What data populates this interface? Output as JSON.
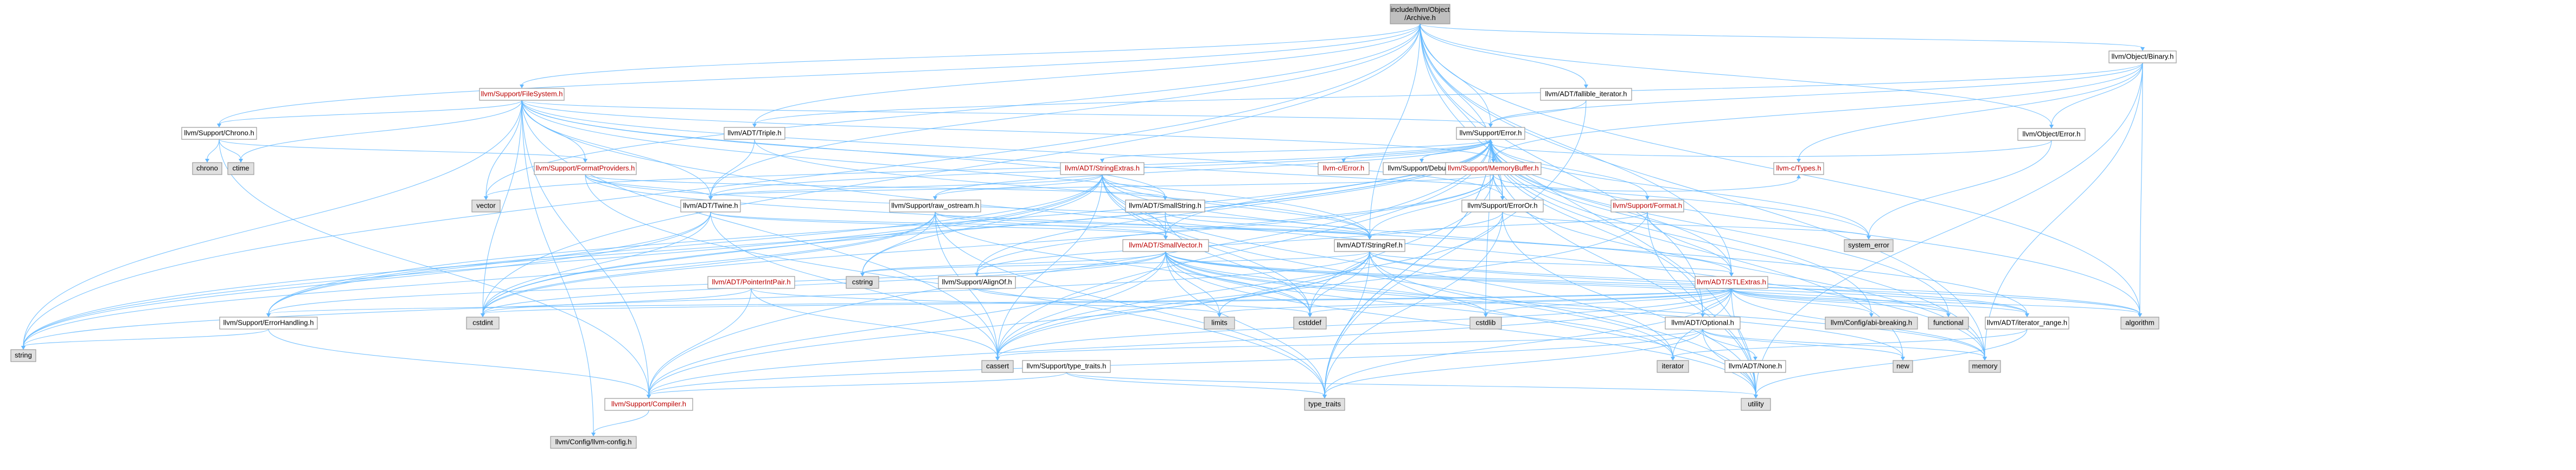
{
  "colors": {
    "edge": "#63b8ff",
    "node_fill": "#ffffff",
    "node_fill_system": "#e0e0e0",
    "node_fill_root": "#bfbfbf",
    "node_border": "#999999",
    "text": "#000000",
    "text_red": "#bb0000"
  },
  "nodes": [
    {
      "id": "root",
      "label": "include/llvm/Object\n/Archive.h",
      "style": "root"
    },
    {
      "id": "bin",
      "label": "llvm/Object/Binary.h",
      "style": "normal"
    },
    {
      "id": "fs",
      "label": "llvm/Support/FileSystem.h",
      "style": "red"
    },
    {
      "id": "fbit",
      "label": "llvm/ADT/fallible_iterator.h",
      "style": "normal"
    },
    {
      "id": "objerr",
      "label": "llvm/Object/Error.h",
      "style": "normal"
    },
    {
      "id": "chrono",
      "label": "llvm/Support/Chrono.h",
      "style": "normal"
    },
    {
      "id": "triple",
      "label": "llvm/ADT/Triple.h",
      "style": "normal"
    },
    {
      "id": "serr",
      "label": "llvm/Support/Error.h",
      "style": "normal"
    },
    {
      "id": "chrono_s",
      "label": "chrono",
      "style": "system"
    },
    {
      "id": "ctime",
      "label": "ctime",
      "style": "system"
    },
    {
      "id": "fmtprov",
      "label": "llvm/Support/FormatProviders.h",
      "style": "red"
    },
    {
      "id": "strext",
      "label": "llvm/ADT/StringExtras.h",
      "style": "red"
    },
    {
      "id": "cerror",
      "label": "llvm-c/Error.h",
      "style": "red"
    },
    {
      "id": "sdebug",
      "label": "llvm/Support/Debug.h",
      "style": "normal"
    },
    {
      "id": "membuf",
      "label": "llvm/Support/MemoryBuffer.h",
      "style": "red"
    },
    {
      "id": "ctypes",
      "label": "llvm-c/Types.h",
      "style": "red"
    },
    {
      "id": "vector",
      "label": "vector",
      "style": "system"
    },
    {
      "id": "twine",
      "label": "llvm/ADT/Twine.h",
      "style": "normal"
    },
    {
      "id": "rawos",
      "label": "llvm/Support/raw_ostream.h",
      "style": "normal"
    },
    {
      "id": "smallstr",
      "label": "llvm/ADT/SmallString.h",
      "style": "normal"
    },
    {
      "id": "erroror",
      "label": "llvm/Support/ErrorOr.h",
      "style": "normal"
    },
    {
      "id": "sfmt",
      "label": "llvm/Support/Format.h",
      "style": "red"
    },
    {
      "id": "syserr",
      "label": "system_error",
      "style": "system"
    },
    {
      "id": "smallvec",
      "label": "llvm/ADT/SmallVector.h",
      "style": "red"
    },
    {
      "id": "stringref",
      "label": "llvm/ADT/StringRef.h",
      "style": "normal"
    },
    {
      "id": "ptrint",
      "label": "llvm/ADT/PointerIntPair.h",
      "style": "red"
    },
    {
      "id": "alignof",
      "label": "llvm/Support/AlignOf.h",
      "style": "normal"
    },
    {
      "id": "cstring",
      "label": "cstring",
      "style": "system"
    },
    {
      "id": "stlext",
      "label": "llvm/ADT/STLExtras.h",
      "style": "red"
    },
    {
      "id": "errhand",
      "label": "llvm/Support/ErrorHandling.h",
      "style": "normal"
    },
    {
      "id": "cstdint",
      "label": "cstdint",
      "style": "system"
    },
    {
      "id": "limits",
      "label": "limits",
      "style": "system"
    },
    {
      "id": "cstddef",
      "label": "cstddef",
      "style": "system"
    },
    {
      "id": "cstdlib",
      "label": "cstdlib",
      "style": "system"
    },
    {
      "id": "optional",
      "label": "llvm/ADT/Optional.h",
      "style": "normal"
    },
    {
      "id": "abibrk",
      "label": "llvm/Config/abi-breaking.h",
      "style": "system"
    },
    {
      "id": "functional",
      "label": "functional",
      "style": "system"
    },
    {
      "id": "itrange",
      "label": "llvm/ADT/iterator_range.h",
      "style": "normal"
    },
    {
      "id": "algorithm",
      "label": "algorithm",
      "style": "system"
    },
    {
      "id": "string",
      "label": "string",
      "style": "system"
    },
    {
      "id": "cassert",
      "label": "cassert",
      "style": "system"
    },
    {
      "id": "typetraits_s",
      "label": "llvm/Support/type_traits.h",
      "style": "normal"
    },
    {
      "id": "adtnone",
      "label": "llvm/ADT/None.h",
      "style": "normal"
    },
    {
      "id": "iterator",
      "label": "iterator",
      "style": "system"
    },
    {
      "id": "new",
      "label": "new",
      "style": "system"
    },
    {
      "id": "memory",
      "label": "memory",
      "style": "system"
    },
    {
      "id": "compiler",
      "label": "llvm/Support/Compiler.h",
      "style": "red"
    },
    {
      "id": "type_traits",
      "label": "type_traits",
      "style": "system"
    },
    {
      "id": "utility",
      "label": "utility",
      "style": "system"
    },
    {
      "id": "llvmcfg",
      "label": "llvm/Config/llvm-config.h",
      "style": "system"
    }
  ],
  "edges": [
    [
      "root",
      "bin"
    ],
    [
      "root",
      "fs"
    ],
    [
      "root",
      "fbit"
    ],
    [
      "root",
      "objerr"
    ],
    [
      "root",
      "serr"
    ],
    [
      "root",
      "stringref"
    ],
    [
      "root",
      "triple"
    ],
    [
      "root",
      "chrono"
    ],
    [
      "root",
      "membuf"
    ],
    [
      "root",
      "cstdint"
    ],
    [
      "root",
      "string"
    ],
    [
      "root",
      "vector"
    ],
    [
      "root",
      "memory"
    ],
    [
      "root",
      "algorithm"
    ],
    [
      "root",
      "utility"
    ],
    [
      "root",
      "stlext"
    ],
    [
      "root",
      "optional"
    ],
    [
      "root",
      "erroror"
    ],
    [
      "root",
      "twine"
    ],
    [
      "bin",
      "objerr"
    ],
    [
      "bin",
      "serr"
    ],
    [
      "bin",
      "membuf"
    ],
    [
      "bin",
      "ctypes"
    ],
    [
      "bin",
      "algorithm"
    ],
    [
      "bin",
      "memory"
    ],
    [
      "bin",
      "utility"
    ],
    [
      "bin",
      "triple"
    ],
    [
      "objerr",
      "serr"
    ],
    [
      "objerr",
      "syserr"
    ],
    [
      "fbit",
      "serr"
    ],
    [
      "fbit",
      "type_traits"
    ],
    [
      "fs",
      "chrono"
    ],
    [
      "fs",
      "serr"
    ],
    [
      "fs",
      "twine"
    ],
    [
      "fs",
      "smallstr"
    ],
    [
      "fs",
      "stringref"
    ],
    [
      "fs",
      "erroror"
    ],
    [
      "fs",
      "membuf"
    ],
    [
      "fs",
      "ctime"
    ],
    [
      "fs",
      "vector"
    ],
    [
      "fs",
      "cstdint"
    ],
    [
      "fs",
      "string"
    ],
    [
      "fs",
      "memory"
    ],
    [
      "fs",
      "syserr"
    ],
    [
      "fs",
      "cassert"
    ],
    [
      "fs",
      "compiler"
    ],
    [
      "fs",
      "llvmcfg"
    ],
    [
      "fs",
      "fmtprov"
    ],
    [
      "chrono",
      "chrono_s"
    ],
    [
      "chrono",
      "ctime"
    ],
    [
      "chrono",
      "fmtprov"
    ],
    [
      "chrono",
      "compiler"
    ],
    [
      "triple",
      "twine"
    ],
    [
      "triple",
      "stringref"
    ],
    [
      "serr",
      "strext"
    ],
    [
      "serr",
      "cerror"
    ],
    [
      "serr",
      "sdebug"
    ],
    [
      "serr",
      "membuf"
    ],
    [
      "serr",
      "sfmt"
    ],
    [
      "serr",
      "erroror"
    ],
    [
      "serr",
      "rawos"
    ],
    [
      "serr",
      "stlext"
    ],
    [
      "serr",
      "smallvec"
    ],
    [
      "serr",
      "twine"
    ],
    [
      "serr",
      "abibrk"
    ],
    [
      "serr",
      "alignof"
    ],
    [
      "serr",
      "errhand"
    ],
    [
      "serr",
      "compiler"
    ],
    [
      "serr",
      "cassert"
    ],
    [
      "serr",
      "cstdint"
    ],
    [
      "serr",
      "cstdlib"
    ],
    [
      "serr",
      "functional"
    ],
    [
      "serr",
      "memory"
    ],
    [
      "serr",
      "new"
    ],
    [
      "serr",
      "string"
    ],
    [
      "serr",
      "syserr"
    ],
    [
      "serr",
      "type_traits"
    ],
    [
      "serr",
      "utility"
    ],
    [
      "serr",
      "vector"
    ],
    [
      "serr",
      "algorithm"
    ],
    [
      "serr",
      "optional"
    ],
    [
      "serr",
      "type_traits"
    ],
    [
      "fmtprov",
      "twine"
    ],
    [
      "fmtprov",
      "stringref"
    ],
    [
      "fmtprov",
      "stlext"
    ],
    [
      "fmtprov",
      "smallstr"
    ],
    [
      "fmtprov",
      "type_traits"
    ],
    [
      "strext",
      "smallstr"
    ],
    [
      "strext",
      "stringref"
    ],
    [
      "strext",
      "twine"
    ],
    [
      "strext",
      "itrange"
    ],
    [
      "strext",
      "cstring"
    ],
    [
      "strext",
      "cstdint"
    ],
    [
      "strext",
      "cassert"
    ],
    [
      "strext",
      "cstddef"
    ],
    [
      "strext",
      "string"
    ],
    [
      "strext",
      "utility"
    ],
    [
      "strext",
      "iterator"
    ],
    [
      "strext",
      "errhand"
    ],
    [
      "strext",
      "smallvec"
    ],
    [
      "strext",
      "rawos"
    ],
    [
      "membuf",
      "erroror"
    ],
    [
      "membuf",
      "twine"
    ],
    [
      "membuf",
      "stringref"
    ],
    [
      "membuf",
      "alignof"
    ],
    [
      "membuf",
      "ctypes"
    ],
    [
      "membuf",
      "cstddef"
    ],
    [
      "membuf",
      "memory"
    ],
    [
      "membuf",
      "cstdint"
    ],
    [
      "sfmt",
      "stlext"
    ],
    [
      "sfmt",
      "stringref"
    ],
    [
      "sfmt",
      "cassert"
    ],
    [
      "sfmt",
      "utility"
    ],
    [
      "sfmt",
      "cstdio"
    ],
    [
      "twine",
      "smallvec"
    ],
    [
      "twine",
      "stringref"
    ],
    [
      "twine",
      "errhand"
    ],
    [
      "twine",
      "cassert"
    ],
    [
      "twine",
      "cstdint"
    ],
    [
      "twine",
      "string"
    ],
    [
      "rawos",
      "stringref"
    ],
    [
      "rawos",
      "smallvec"
    ],
    [
      "rawos",
      "cassert"
    ],
    [
      "rawos",
      "cstddef"
    ],
    [
      "rawos",
      "cstdint"
    ],
    [
      "rawos",
      "cstring"
    ],
    [
      "rawos",
      "string"
    ],
    [
      "rawos",
      "system_error"
    ],
    [
      "rawos",
      "type_traits"
    ],
    [
      "smallstr",
      "smallvec"
    ],
    [
      "smallstr",
      "stringref"
    ],
    [
      "smallstr",
      "cstddef"
    ],
    [
      "erroror",
      "alignof"
    ],
    [
      "erroror",
      "cassert"
    ],
    [
      "erroror",
      "syserr"
    ],
    [
      "erroror",
      "type_traits"
    ],
    [
      "erroror",
      "utility"
    ],
    [
      "smallvec",
      "compiler"
    ],
    [
      "smallvec",
      "type_traits_s"
    ],
    [
      "smallvec",
      "algorithm"
    ],
    [
      "smallvec",
      "cassert"
    ],
    [
      "smallvec",
      "cstddef"
    ],
    [
      "smallvec",
      "cstdlib"
    ],
    [
      "smallvec",
      "cstring"
    ],
    [
      "smallvec",
      "functional"
    ],
    [
      "smallvec",
      "initializer"
    ],
    [
      "smallvec",
      "iterator"
    ],
    [
      "smallvec",
      "limits"
    ],
    [
      "smallvec",
      "memory"
    ],
    [
      "smallvec",
      "new"
    ],
    [
      "smallvec",
      "type_traits"
    ],
    [
      "smallvec",
      "utility"
    ],
    [
      "smallvec",
      "errhand"
    ],
    [
      "smallvec",
      "cstdint"
    ],
    [
      "smallvec",
      "itrange"
    ],
    [
      "stringref",
      "stlext"
    ],
    [
      "stringref",
      "itrange"
    ],
    [
      "stringref",
      "compiler"
    ],
    [
      "stringref",
      "algorithm"
    ],
    [
      "stringref",
      "cassert"
    ],
    [
      "stringref",
      "cstddef"
    ],
    [
      "stringref",
      "cstring"
    ],
    [
      "stringref",
      "limits"
    ],
    [
      "stringref",
      "string"
    ],
    [
      "stringref",
      "type_traits"
    ],
    [
      "stringref",
      "utility"
    ],
    [
      "stringref",
      "iterator"
    ],
    [
      "ptrint",
      "compiler"
    ],
    [
      "ptrint",
      "cassert"
    ],
    [
      "ptrint",
      "cstdint"
    ],
    [
      "ptrint",
      "limits"
    ],
    [
      "ptrint",
      "type_traits_s"
    ],
    [
      "alignof",
      "cstddef"
    ],
    [
      "stlext",
      "optional"
    ],
    [
      "stlext",
      "itrange"
    ],
    [
      "stlext",
      "compiler"
    ],
    [
      "stlext",
      "errhand"
    ],
    [
      "stlext",
      "abibrk"
    ],
    [
      "stlext",
      "functional"
    ],
    [
      "stlext",
      "algorithm"
    ],
    [
      "stlext",
      "cassert"
    ],
    [
      "stlext",
      "cstddef"
    ],
    [
      "stlext",
      "cstdint"
    ],
    [
      "stlext",
      "cstdlib"
    ],
    [
      "stlext",
      "iterator"
    ],
    [
      "stlext",
      "limits"
    ],
    [
      "stlext",
      "memory"
    ],
    [
      "stlext",
      "tuple"
    ],
    [
      "stlext",
      "type_traits"
    ],
    [
      "stlext",
      "utility"
    ],
    [
      "stlext",
      "initializer"
    ],
    [
      "errhand",
      "compiler"
    ],
    [
      "errhand",
      "string"
    ],
    [
      "optional",
      "adtnone"
    ],
    [
      "optional",
      "compiler"
    ],
    [
      "optional",
      "type_traits_s"
    ],
    [
      "optional",
      "cassert"
    ],
    [
      "optional",
      "memory"
    ],
    [
      "optional",
      "new"
    ],
    [
      "optional",
      "utility"
    ],
    [
      "optional",
      "type_traits"
    ],
    [
      "itrange",
      "iterator"
    ],
    [
      "itrange",
      "utility"
    ],
    [
      "typetraits_s",
      "compiler"
    ],
    [
      "typetraits_s",
      "type_traits"
    ],
    [
      "typetraits_s",
      "utility"
    ],
    [
      "compiler",
      "llvmcfg"
    ]
  ]
}
